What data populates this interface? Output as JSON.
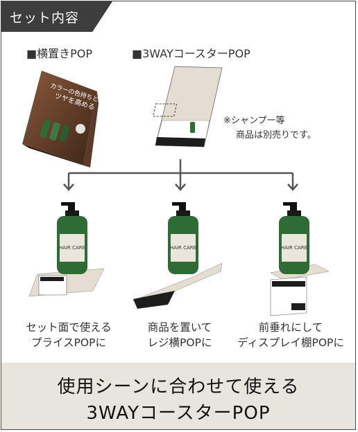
{
  "header": {
    "tab_label": "セット内容"
  },
  "items": {
    "horizontal_pop": "■横置きPOP",
    "coaster_pop": "■3WAYコースターPOP"
  },
  "note": {
    "line1": "※シャンプー等",
    "line2": "商品は別売りです。"
  },
  "pop_sign": {
    "line1": "カラーの色持ちと",
    "line2": "ツヤを高める"
  },
  "bottle_label": "HAIR CARE",
  "usages": [
    {
      "line1": "セット面で使える",
      "line2": "プライスPOPに"
    },
    {
      "line1": "商品を置いて",
      "line2": "レジ横POPに"
    },
    {
      "line1": "前垂れにして",
      "line2": "ディスプレイ棚POPに"
    }
  ],
  "footer": {
    "line1": "使用シーンに合わせて使える",
    "line2": "3WAYコースターPOP"
  },
  "colors": {
    "tab_bg": "#3d3d3d",
    "footer_bg": "#e8e5df",
    "bottle_green": "#2f6b35",
    "arrow": "#555555"
  }
}
